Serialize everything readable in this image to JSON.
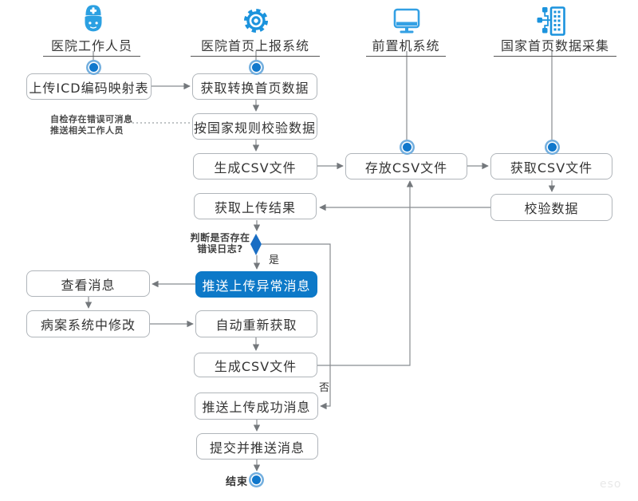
{
  "diagram": {
    "colors": {
      "accent_blue": "#0d79c8",
      "icon_blue": "#2ba0e2",
      "box_border": "#b0b5ba",
      "connector_gray": "#888c90",
      "start_node_blue": "#1178cc"
    },
    "lanes": [
      {
        "title": "医院工作人员",
        "icon": "nurse-icon"
      },
      {
        "title": "医院首页上报系统",
        "icon": "gear-icon"
      },
      {
        "title": "前置机系统",
        "icon": "monitor-icon"
      },
      {
        "title": "国家首页数据采集",
        "icon": "building-data-icon"
      }
    ],
    "nodes": {
      "upload_icd": {
        "label": "上传ICD编码映射表"
      },
      "fetch_convert": {
        "label": "获取转换首页数据"
      },
      "validate_rules": {
        "label": "按国家规则校验数据"
      },
      "gen_csv_1": {
        "label": "生成CSV文件"
      },
      "store_csv": {
        "label": "存放CSV文件"
      },
      "fetch_csv": {
        "label": "获取CSV文件"
      },
      "verify_data": {
        "label": "校验数据"
      },
      "fetch_result": {
        "label": "获取上传结果"
      },
      "push_error": {
        "label": "推送上传异常消息"
      },
      "view_message": {
        "label": "查看消息"
      },
      "fix_in_system": {
        "label": "病案系统中修改"
      },
      "auto_refetch": {
        "label": "自动重新获取"
      },
      "gen_csv_2": {
        "label": "生成CSV文件"
      },
      "push_success": {
        "label": "推送上传成功消息"
      },
      "submit_push": {
        "label": "提交并推送消息"
      }
    },
    "annotations": {
      "side_note_line1": "自检存在错误可消息",
      "side_note_line2": "推送相关工作人员",
      "decision_line1": "判断是否存在",
      "decision_line2": "错误日志?",
      "yes": "是",
      "no": "否",
      "end": "结束",
      "watermark": "eso"
    }
  }
}
